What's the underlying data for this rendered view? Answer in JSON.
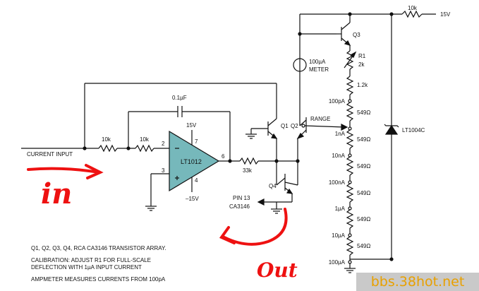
{
  "labels": {
    "r_top": "10k",
    "v_top": "15V",
    "q3": "Q3",
    "r1_name": "R1",
    "r1_val": "2k",
    "meter_line1": "100µA",
    "meter_line2": "METER",
    "r_12k": "1.2k",
    "cap": "0.1µF",
    "range": "RANGE",
    "q1": "Q1",
    "q2": "Q2",
    "v15": "15V",
    "r_in1": "10k",
    "r_in2": "10k",
    "current_input": "CURRENT INPUT",
    "pin2": "2",
    "pin3": "3",
    "pin4": "4",
    "pin6": "6",
    "pin7": "7",
    "opamp": "LT1012",
    "vneg": "–15V",
    "r_33k": "33k",
    "q4": "Q4",
    "pin13": "PIN 13",
    "ca3146": "CA3146",
    "zener": "LT1004C",
    "ladder_res": "549Ω",
    "taps": [
      "100pA",
      "1nA",
      "10nA",
      "100nA",
      "1µA",
      "10µA",
      "100µA"
    ]
  },
  "annotations": {
    "in": "in",
    "out": "Out"
  },
  "notes": {
    "line1": "Q1, Q2, Q3, Q4, RCA CA3146 TRANSISTOR ARRAY.",
    "line2": "CALIBRATION: ADJUST R1 FOR FULL-SCALE",
    "line3": "DEFLECTION WITH 1µA INPUT CURRENT",
    "line4": "AMPMETER MEASURES CURRENTS FROM 100pA"
  },
  "watermark": "bbs.38hot.net"
}
